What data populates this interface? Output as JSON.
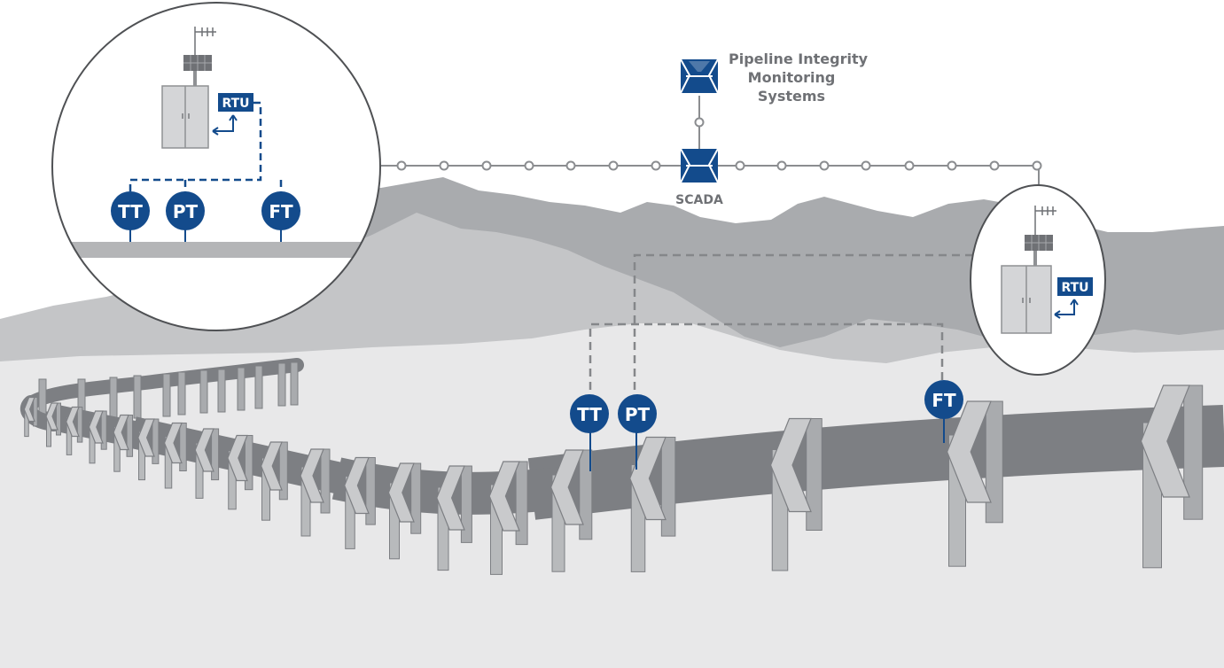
{
  "title_lines": [
    "Pipeline Integrity",
    "Monitoring",
    "Systems"
  ],
  "scada_label": "SCADA",
  "rtu_label": "RTU",
  "sensors": {
    "tt": "TT",
    "pt": "PT",
    "ft": "FT"
  },
  "colors": {
    "accent_blue": "#134b8c",
    "network_line": "#8b8d90",
    "dashed_grey": "#85878a",
    "pipe": "#7d7f83",
    "ground": "#e8e8e9",
    "mountain_front": "#c4c5c7",
    "mountain_back": "#a9abae"
  }
}
